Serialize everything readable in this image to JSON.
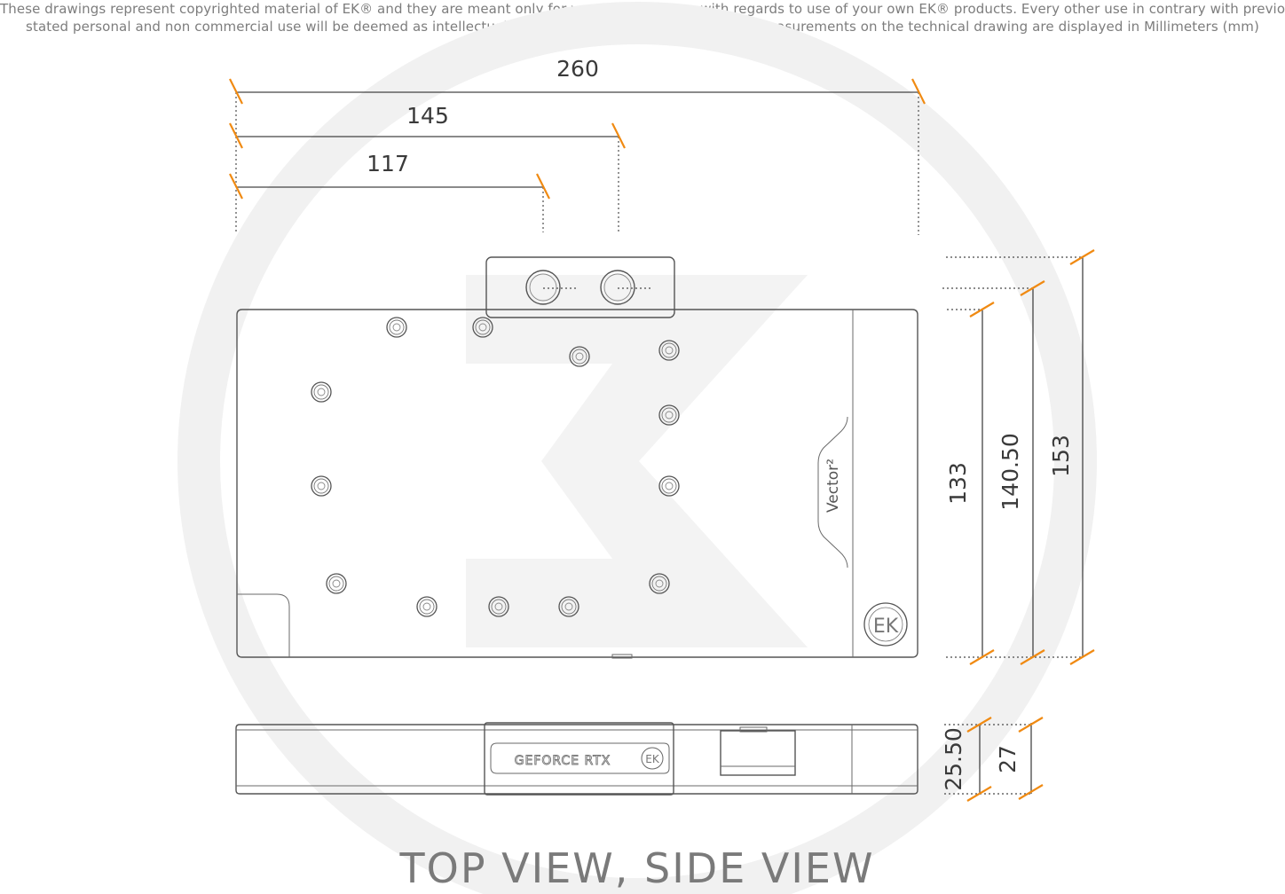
{
  "disclaimer": {
    "line1": "These drawings represent copyrighted material of EK® and they are meant only for your personal use, with regards to use of  your own EK® products. Every other use in contrary with previously",
    "line2": "stated personal and non commercial use will be deemed as intellectual property rights infringement.All the measurements on the technical drawing are displayed in Millimeters (mm)"
  },
  "dimensions": {
    "width_overall": "260",
    "width_terminal_2": "145",
    "width_terminal_1": "117",
    "height_pcb": "133",
    "height_block": "140.50",
    "height_overall": "153",
    "thickness_block": "25.50",
    "thickness_overall": "27"
  },
  "product": {
    "model_label": "Vector²",
    "side_plate_label": "GEFORCE RTX",
    "logo_text": "EK"
  },
  "title": "TOP VIEW, SIDE VIEW",
  "colors": {
    "dimension_tick": "#f08a12",
    "outline": "#555555",
    "watermark": "#f1f1f1"
  }
}
